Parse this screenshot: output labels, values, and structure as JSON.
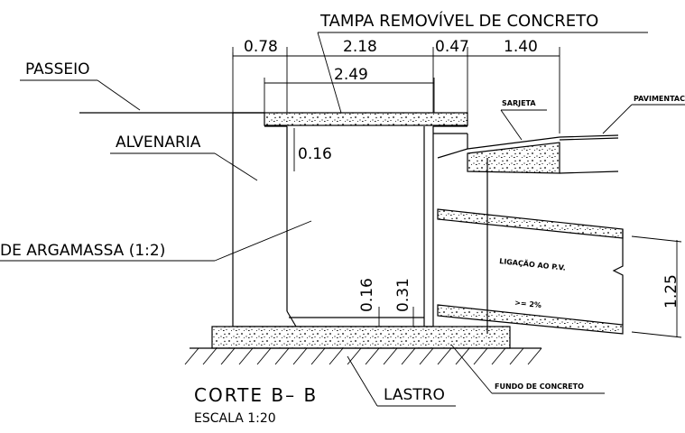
{
  "labels": {
    "tampa": "TAMPA REMOVÍVEL DE CONCRETO",
    "passeio": "PASSEIO",
    "alvenaria": "ALVENARIA",
    "argamassa": "DE ARGAMASSA (1:2)",
    "sarjeta": "SARJETA",
    "pavimentacao": "PAVIMENTAC",
    "ligacao": "LIGAÇÃO AO P.V.",
    "declividade": ">= 2%",
    "fundo": "FUNDO DE CONCRETO",
    "lastro": "LASTRO",
    "corte": "CORTE B– B",
    "escala": "ESCALA 1:20"
  },
  "dimensions": {
    "d078": "0.78",
    "d218": "2.18",
    "d047": "0.47",
    "d140": "1.40",
    "d249": "2.49",
    "d016_top": "0.16",
    "d016_bottom": "0.16",
    "d031": "0.31",
    "d125": "1.25"
  }
}
